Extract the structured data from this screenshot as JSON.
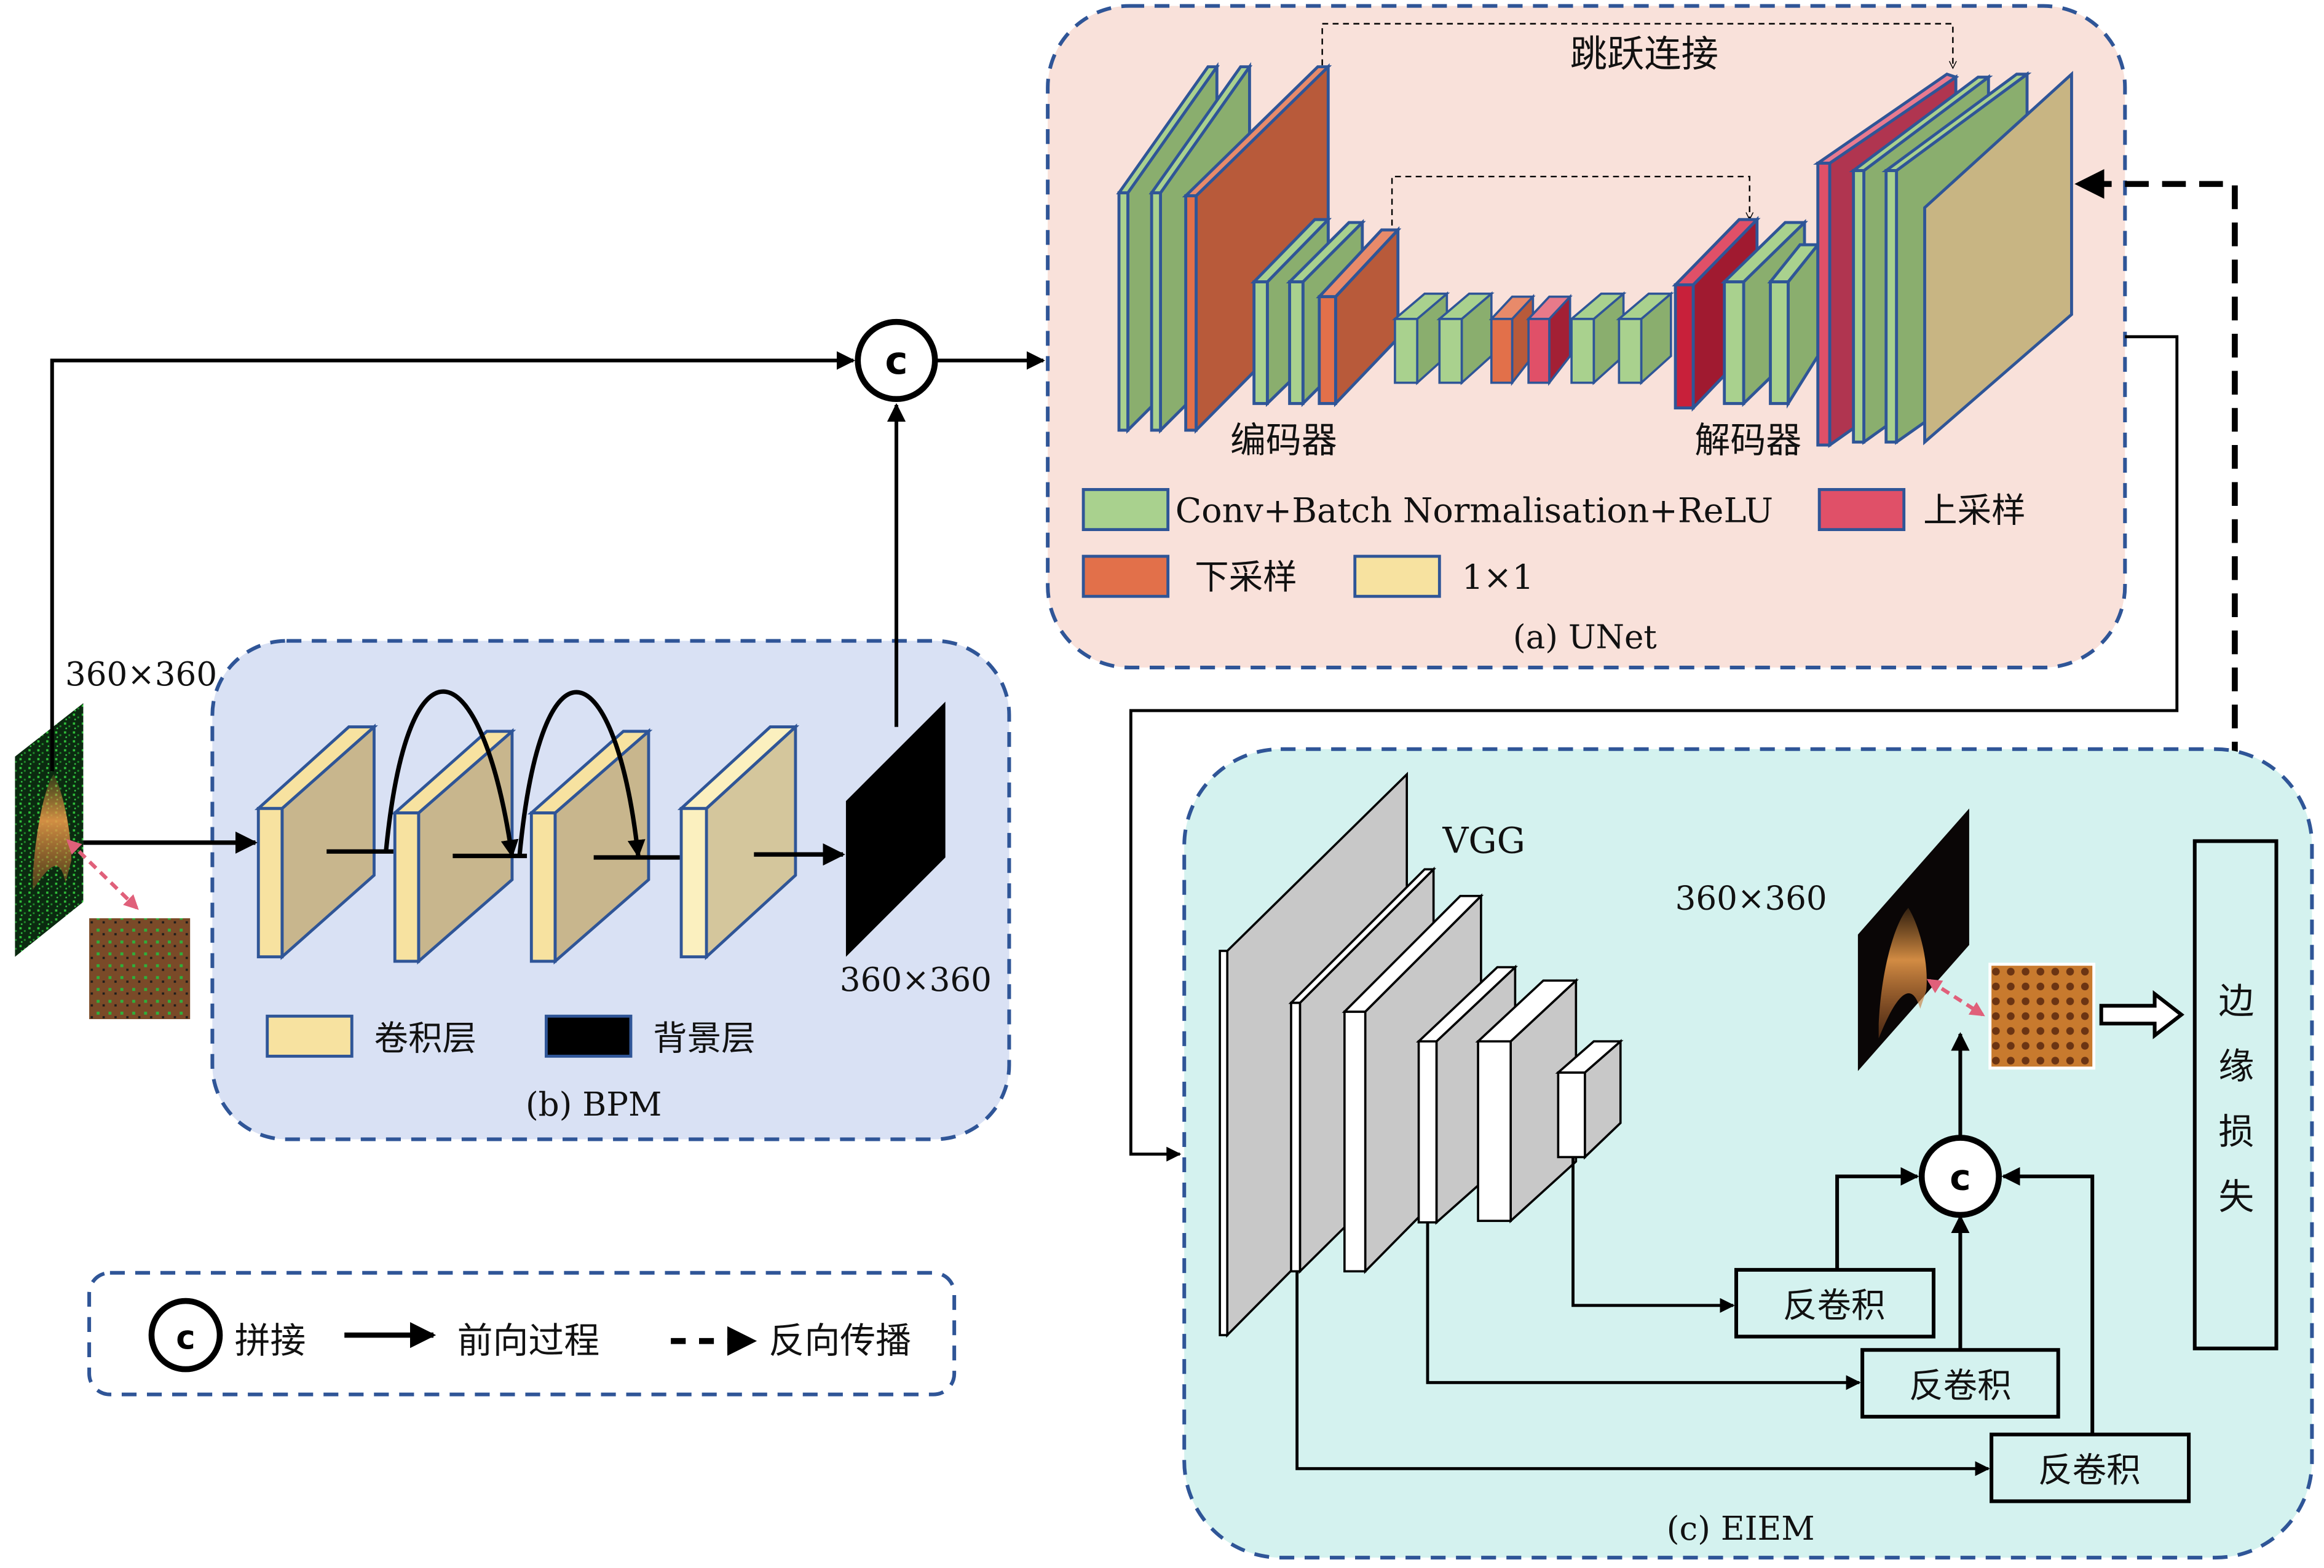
{
  "colors": {
    "panel_border": "#2f5597",
    "unet_bg": "#f9e1da",
    "bpm_bg": "#d9e1f4",
    "eiem_bg": "#d4f2ef",
    "conv_green_front": "#a9d18e",
    "conv_green_side": "#8aae6e",
    "down_front": "#e2704a",
    "down_side": "#b85a3a",
    "up_front": "#e05068",
    "up_side": "#a32035",
    "onebyone_front": "#f7e2a0",
    "onebyone_side": "#c8b583",
    "bpm_conv_front": "#f7e2a0",
    "bpm_conv_side": "#c8b68d",
    "vgg_gray": "#c8c8c8",
    "skip_arrow_pink": "#e0607a"
  },
  "unet": {
    "caption": "(a) UNet",
    "skip_label": "跳跃连接",
    "encoder_label": "编码器",
    "decoder_label": "解码器",
    "legend": [
      {
        "key": "conv",
        "label": "Conv+Batch Normalisation+ReLU"
      },
      {
        "key": "up",
        "label": "上采样"
      },
      {
        "key": "down",
        "label": "下采样"
      },
      {
        "key": "onebyone",
        "label": "1×1"
      }
    ]
  },
  "bpm": {
    "caption": "(b) BPM",
    "input_size": "360×360",
    "output_size": "360×360",
    "legend": [
      {
        "key": "conv",
        "label": "卷积层"
      },
      {
        "key": "background",
        "label": "背景层"
      }
    ]
  },
  "eiem": {
    "caption": "(c) EIEM",
    "vgg_label": "VGG",
    "output_size": "360×360",
    "deconv_label": "反卷积",
    "deconv_boxes": [
      "反卷积",
      "反卷积",
      "反卷积"
    ],
    "edge_loss_label": [
      "边",
      "缘",
      "损",
      "失"
    ]
  },
  "concat_symbol": "c",
  "legend": {
    "concat": "拼接",
    "forward": "前向过程",
    "backward": "反向传播"
  }
}
